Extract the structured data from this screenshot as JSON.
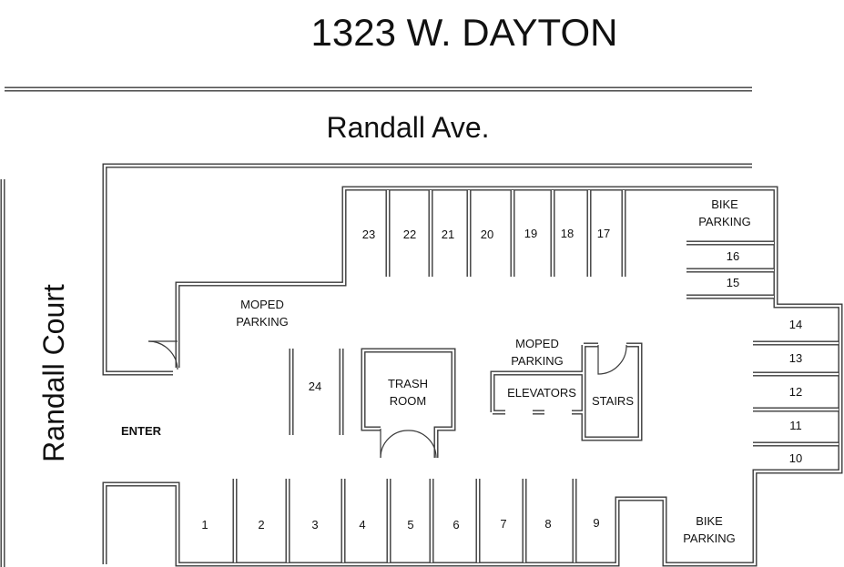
{
  "title": "1323 W. DAYTON",
  "street_top": "Randall Ave.",
  "street_left": "Randall Court",
  "labels": {
    "bike_parking_top_1": "BIKE",
    "bike_parking_top_2": "PARKING",
    "bike_parking_bottom_1": "BIKE",
    "bike_parking_bottom_2": "PARKING",
    "moped_left_1": "MOPED",
    "moped_left_2": "PARKING",
    "moped_right_1": "MOPED",
    "moped_right_2": "PARKING",
    "trash_1": "TRASH",
    "trash_2": "ROOM",
    "elevators": "ELEVATORS",
    "stairs": "STAIRS",
    "enter": "ENTER"
  },
  "spaces": {
    "top": [
      "23",
      "22",
      "21",
      "20",
      "19",
      "18",
      "17"
    ],
    "right": [
      "16",
      "15",
      "14",
      "13",
      "12",
      "11",
      "10"
    ],
    "bottom": [
      "1",
      "2",
      "3",
      "4",
      "5",
      "6",
      "7",
      "8",
      "9"
    ],
    "middle": "24"
  }
}
